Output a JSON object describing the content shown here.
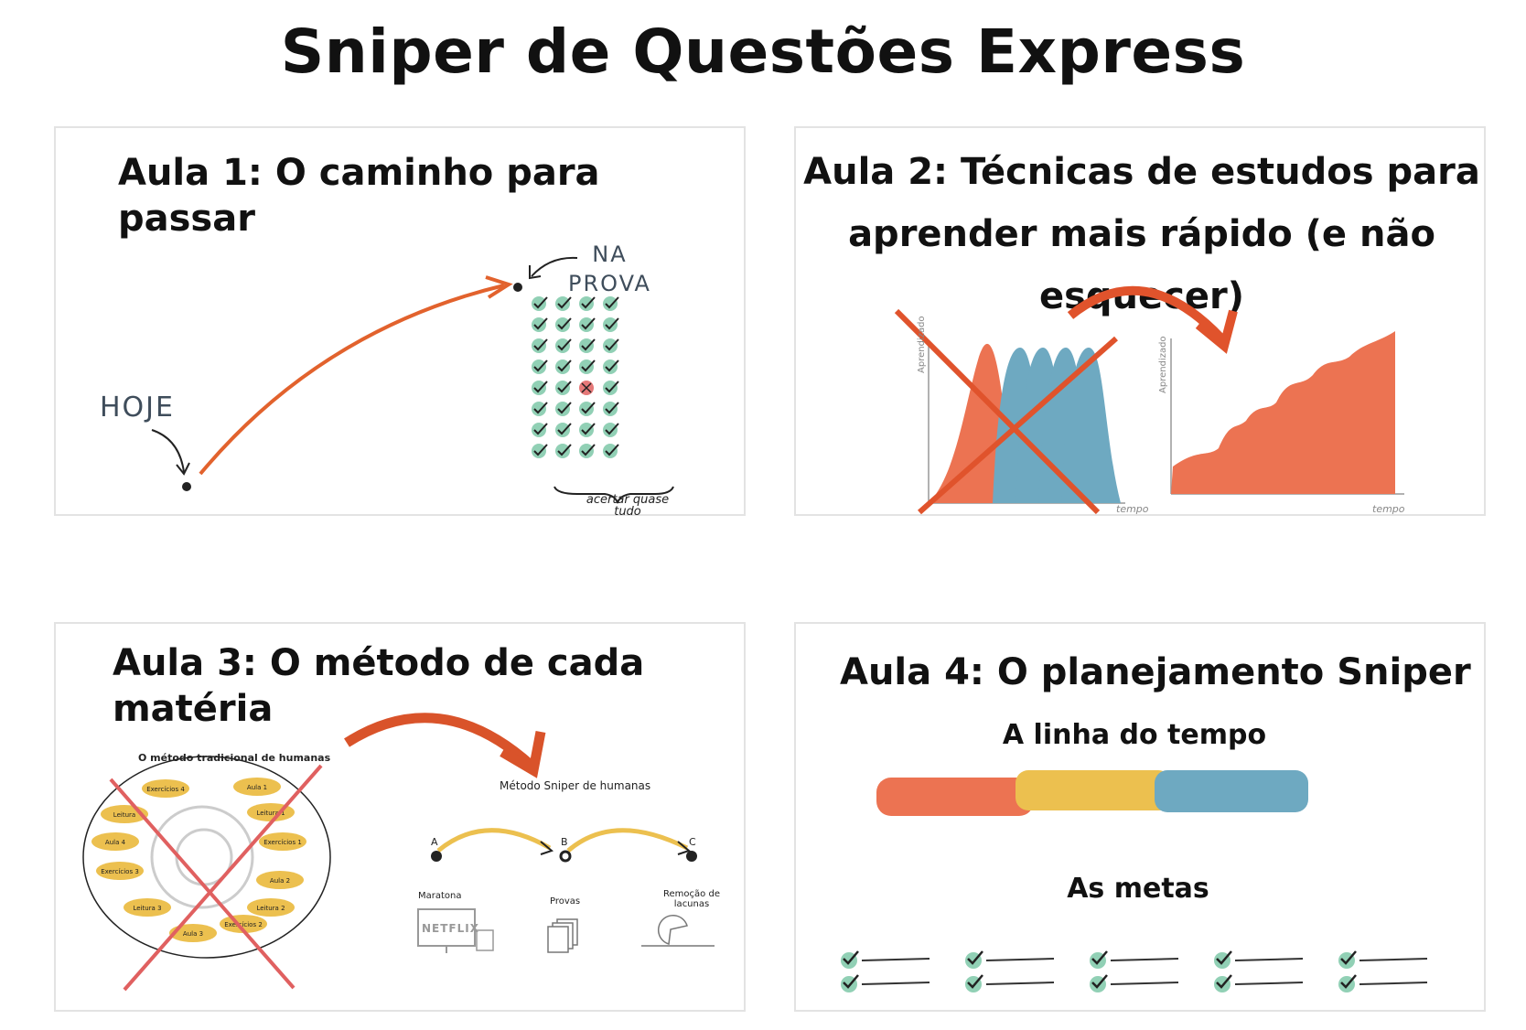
{
  "page": {
    "title": "Sniper de Questões Express"
  },
  "panels": [
    {
      "title": "Aula 1: O caminho para passar",
      "labels": {
        "hoje": "HOJE",
        "na": "NA",
        "prova": "PROVA",
        "acertar": "acertar quase tudo"
      }
    },
    {
      "title_line1": "Aula 2: Técnicas de estudos para",
      "title_line2": "aprender mais rápido (e não esquecer)",
      "labels": {
        "yaxis": "Aprendizado",
        "xaxis": "tempo"
      }
    },
    {
      "title": "Aula 3: O método de cada matéria",
      "traditional": {
        "heading": "O método tradicional de humanas",
        "items": [
          "Exercícios 4",
          "Aula 1",
          "Leitura",
          "Leitura 1",
          "Aula 4",
          "Exercícios 1",
          "Exercícios 3",
          "Aula 2",
          "Leitura 3",
          "Leitura 2",
          "Aula 3",
          "Exercícios 2"
        ]
      },
      "sniper": {
        "heading": "Método Sniper de humanas",
        "steps": [
          {
            "letter": "A",
            "label": "Maratona"
          },
          {
            "letter": "B",
            "label": "Provas"
          },
          {
            "letter": "C",
            "label": "Remoção de lacunas"
          }
        ],
        "tv_text": "NETFLIX"
      }
    },
    {
      "title": "Aula 4: O planejamento Sniper",
      "timeline_label": "A linha do tempo",
      "goals_label": "As metas"
    }
  ],
  "colors": {
    "orange": "#ec7352",
    "blue": "#6ea9c1",
    "yellow": "#ecc04f",
    "check_green": "#7ec8a8",
    "red": "#e06060"
  }
}
